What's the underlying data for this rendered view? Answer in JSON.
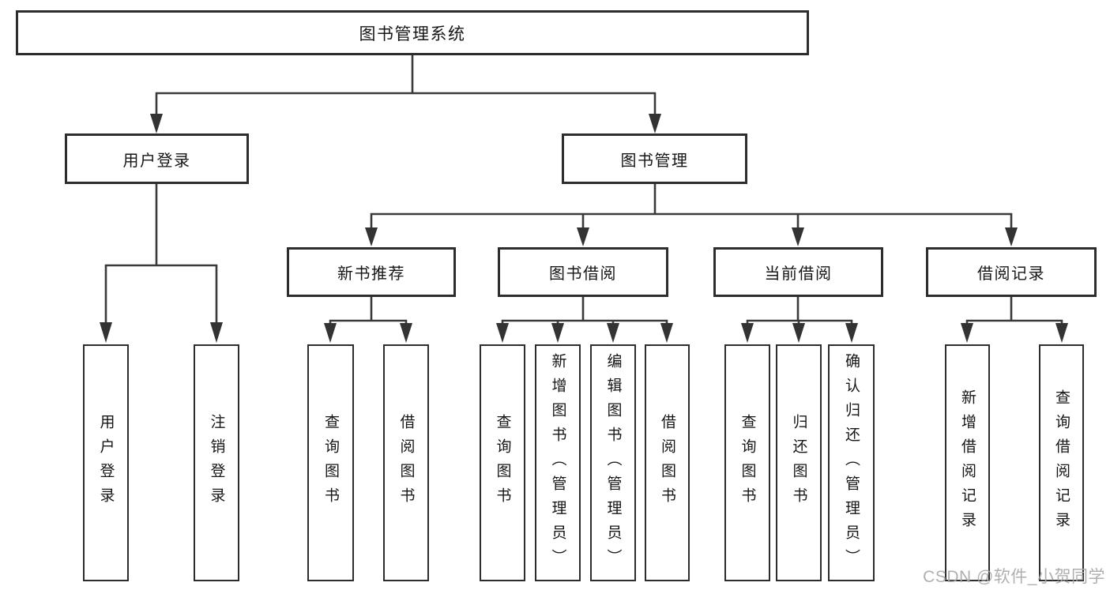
{
  "diagram": {
    "root": "图书管理系统",
    "level2": {
      "user_login": "用户登录",
      "book_mgmt": "图书管理"
    },
    "level3": {
      "new_books": "新书推荐",
      "borrow": "图书借阅",
      "current": "当前借阅",
      "records": "借阅记录"
    },
    "leaves": {
      "user_login": [
        "用户登录",
        "注销登录"
      ],
      "new_books": [
        "查询图书",
        "借阅图书"
      ],
      "borrow": [
        "查询图书",
        "新增图书（管理员）",
        "编辑图书（管理员）",
        "借阅图书"
      ],
      "current": [
        "查询图书",
        "归还图书",
        "确认归还（管理员）"
      ],
      "records": [
        "新增借阅记录",
        "查询借阅记录"
      ]
    },
    "line_color": "#3a3a3a",
    "border_color": "#2d2d2d"
  },
  "watermark": {
    "text": "CSDN @软件_小贺同学",
    "color": "#a8a8a8"
  }
}
